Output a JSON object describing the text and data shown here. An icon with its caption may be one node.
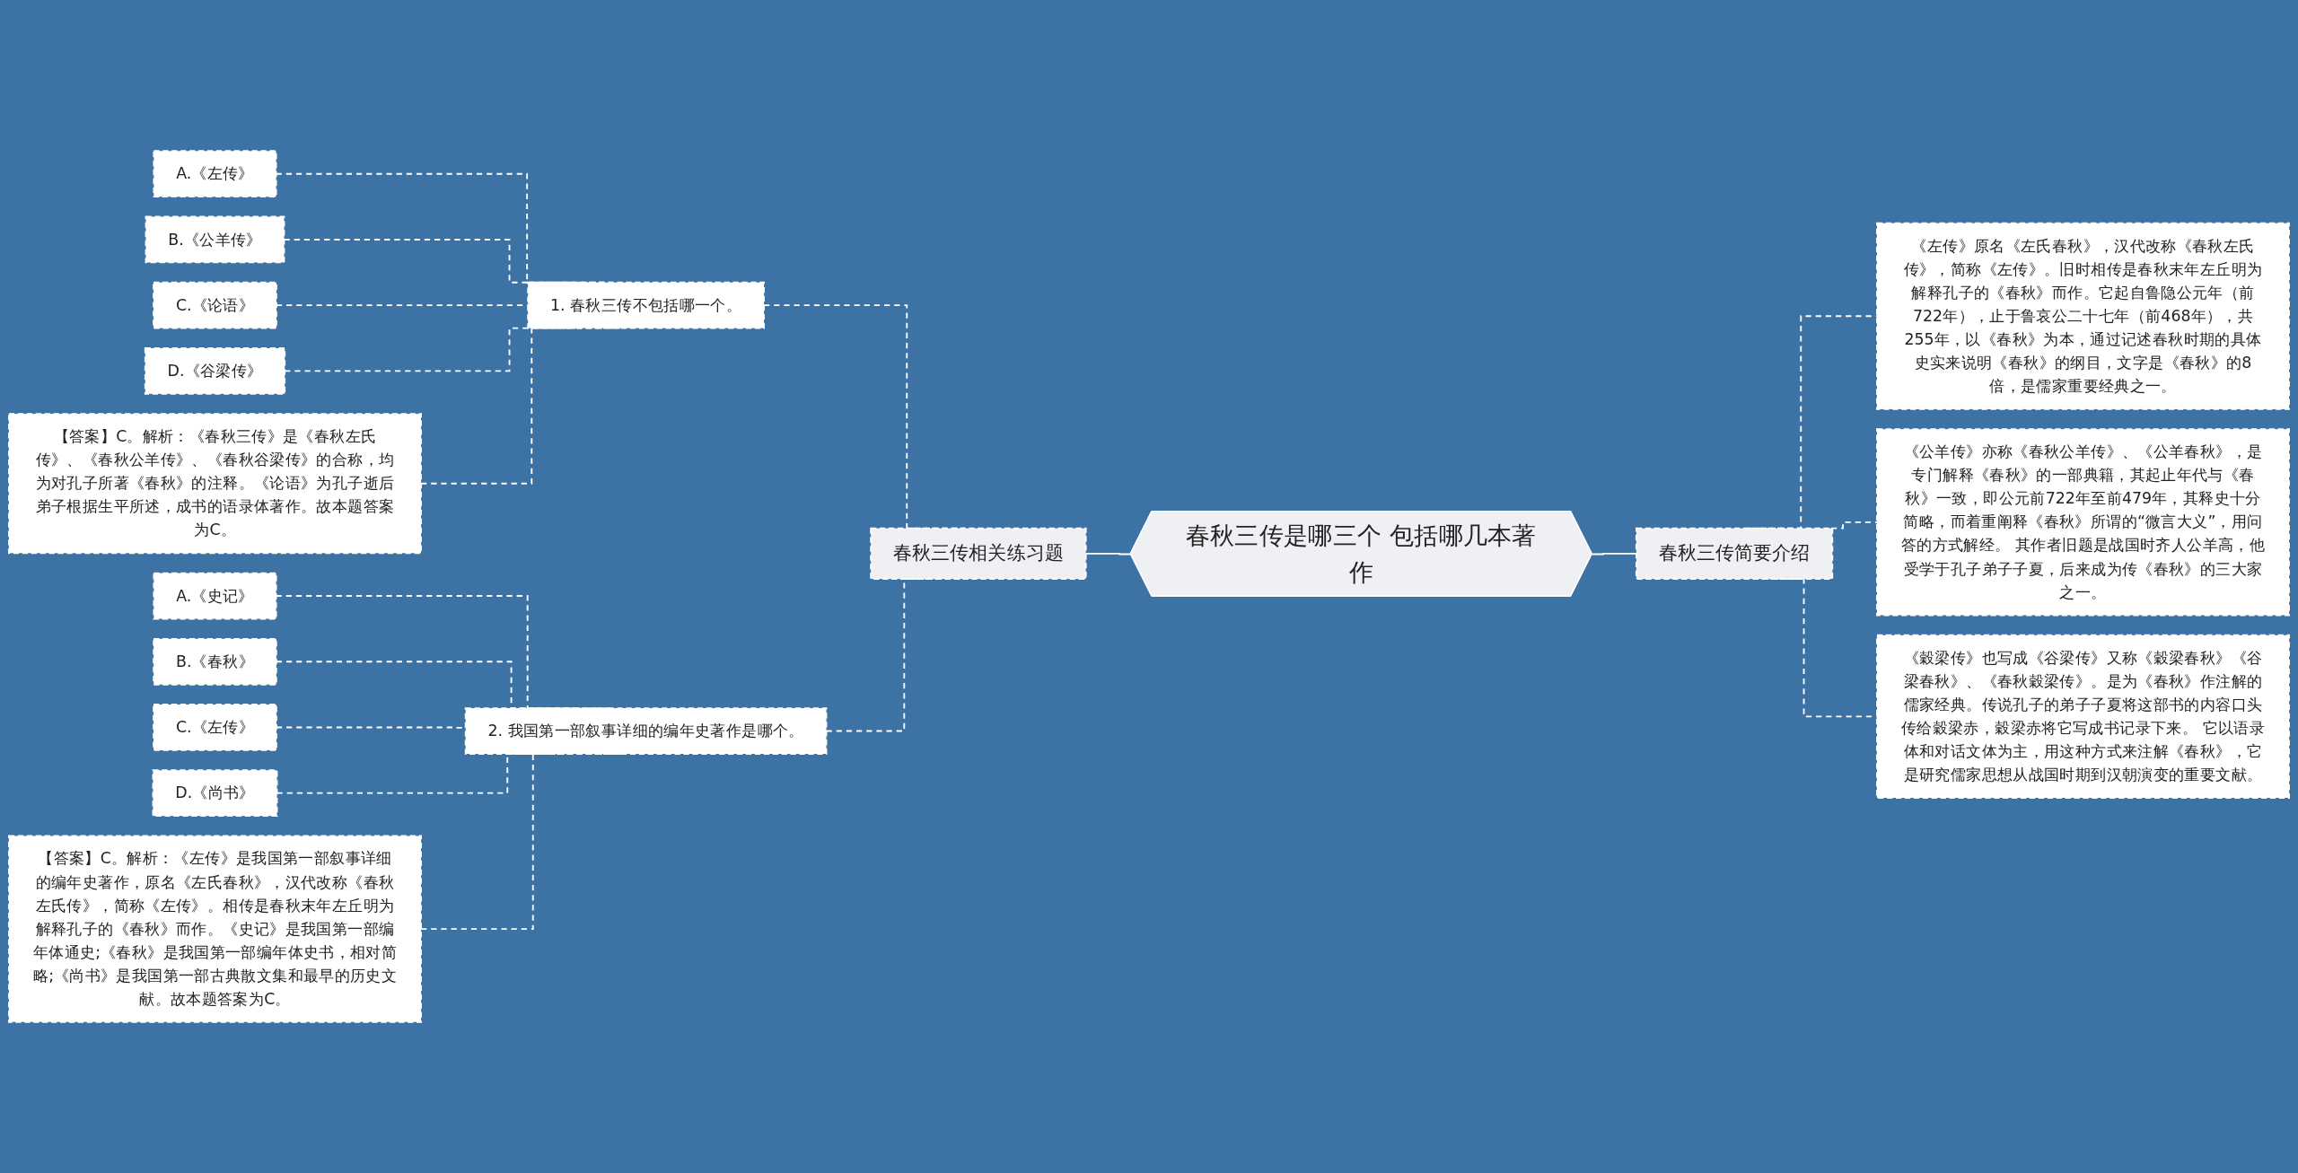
{
  "diagram": {
    "nodes": [
      {
        "text": [
          "春秋三传是哪三个 包括哪几本著作"
        ]
      },
      {
        "text": [
          "春秋三传相关练习题"
        ]
      },
      {
        "text": [
          "1. 春秋三传不包括哪一个。"
        ]
      },
      {
        "text": [
          "A.《左传》"
        ]
      },
      {
        "text": [
          "B.《公羊传》"
        ]
      },
      {
        "text": [
          "C.《论语》"
        ]
      },
      {
        "text": [
          "D.《谷梁传》"
        ]
      },
      {
        "text": [
          "【答案】C。解析：《春秋三传》是《春秋左氏传》、《春秋公羊传》、《春秋谷梁传》的合称，均为对孔子所著《春秋》的注释。《论语》为孔子逝后弟子根据生平所述，成书的语录体著作。故本题答案为C。"
        ]
      },
      {
        "text": [
          "2. 我国第一部叙事详细的编年史著作是哪个。"
        ]
      },
      {
        "text": [
          "A.《史记》"
        ]
      },
      {
        "text": [
          "B.《春秋》"
        ]
      },
      {
        "text": [
          "C.《左传》"
        ]
      },
      {
        "text": [
          "D.《尚书》"
        ]
      },
      {
        "text": [
          "【答案】C。解析：《左传》是我国第一部叙事详细的编年史著作，原名《左氏春秋》，汉代改称《春秋左氏传》，简称《左传》。相传是春秋末年左丘明为解释孔子的《春秋》而作。《史记》是我国第一部编年体通史;《春秋》是我国第一部编年体史书，相对简略;《尚书》是我国第一部古典散文集和最早的历史文献。故本题答案为C。"
        ]
      },
      {
        "text": [
          "春秋三传简要介绍"
        ]
      },
      {
        "text": [
          "《左传》原名《左氏春秋》，汉代改称《春秋左氏传》，简称《左传》。旧时相传是春秋末年左丘明为解释孔子的《春秋》而作。它起自鲁隐公元年（前722年），止于鲁哀公二十七年（前468年），共255年，以《春秋》为本，通过记述春秋时期的具体史实来说明《春秋》的纲目，文字是《春秋》的8倍，是儒家重要经典之一。"
        ]
      },
      {
        "text": [
          "《公羊传》亦称《春秋公羊传》、《公羊春秋》，是专门解释《春秋》的一部典籍，其起止年代与《春秋》一致，即公元前722年至前479年，其释史十分简略，而着重阐释《春秋》所谓的“微言大义”，用问答的方式解经。 其作者旧题是战国时齐人公羊高，他受学于孔子弟子子夏，后来成为传《春秋》的三大家之一。"
        ]
      },
      {
        "text": [
          "《穀梁传》也写成《谷梁传》又称《穀梁春秋》《谷梁春秋》、《春秋穀梁传》。是为《春秋》作注解的儒家经典。传说孔子的弟子子夏将这部书的内容口头传给穀梁赤，穀梁赤将它写成书记录下来。 它以语录体和对话文体为主，用这种方式来注解《春秋》，它是研究儒家思想从战国时期到汉朝演变的重要文献。"
        ]
      }
    ],
    "edges": [
      {
        "from": 1,
        "to": 0,
        "arrow": "none"
      },
      {
        "from": 2,
        "to": 1,
        "arrow": "none",
        "style": "dashed"
      },
      {
        "from": 3,
        "to": 2,
        "arrow": "none",
        "style": "dashed"
      },
      {
        "from": 4,
        "to": 2,
        "arrow": "none",
        "style": "dashed"
      },
      {
        "from": 5,
        "to": 2,
        "arrow": "none",
        "style": "dashed"
      },
      {
        "from": 6,
        "to": 2,
        "arrow": "none",
        "style": "dashed"
      },
      {
        "from": 7,
        "to": 2,
        "arrow": "none",
        "style": "dashed"
      },
      {
        "from": 8,
        "to": 1,
        "arrow": "none",
        "style": "dashed"
      },
      {
        "from": 9,
        "to": 8,
        "arrow": "none",
        "style": "dashed"
      },
      {
        "from": 10,
        "to": 8,
        "arrow": "none",
        "style": "dashed"
      },
      {
        "from": 11,
        "to": 8,
        "arrow": "none",
        "style": "dashed"
      },
      {
        "from": 12,
        "to": 8,
        "arrow": "none",
        "style": "dashed"
      },
      {
        "from": 13,
        "to": 8,
        "arrow": "none",
        "style": "dashed"
      },
      {
        "from": 0,
        "to": 14,
        "arrow": "none"
      },
      {
        "from": 14,
        "to": 15,
        "arrow": "none",
        "style": "dashed"
      },
      {
        "from": 14,
        "to": 16,
        "arrow": "none",
        "style": "dashed"
      },
      {
        "from": 14,
        "to": 17,
        "arrow": "none",
        "style": "dashed"
      }
    ]
  }
}
